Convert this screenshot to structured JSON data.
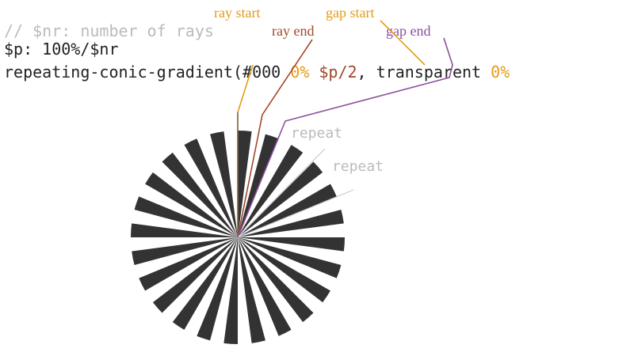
{
  "code": {
    "line1": "// $nr: number of rays",
    "line2": "$p: 100%/$nr",
    "line3_prefix": "repeating-conic-gradient(#000 ",
    "line3_a": "0%",
    "line3_b": "$p/2",
    "line3_c": ", transparent ",
    "line3_d": "0%"
  },
  "labels": {
    "ray_start": "ray start",
    "ray_end": "ray end",
    "gap_start": "gap start",
    "gap_end": "gap end",
    "repeat1": "repeat",
    "repeat2": "repeat"
  },
  "colors": {
    "ray_start": "#e49b1a",
    "ray_end": "#a0482a",
    "gap_start": "#e49b1a",
    "gap_end": "#8a4f9e",
    "ray_fill": "#333333"
  },
  "wheel": {
    "rays": 24
  }
}
